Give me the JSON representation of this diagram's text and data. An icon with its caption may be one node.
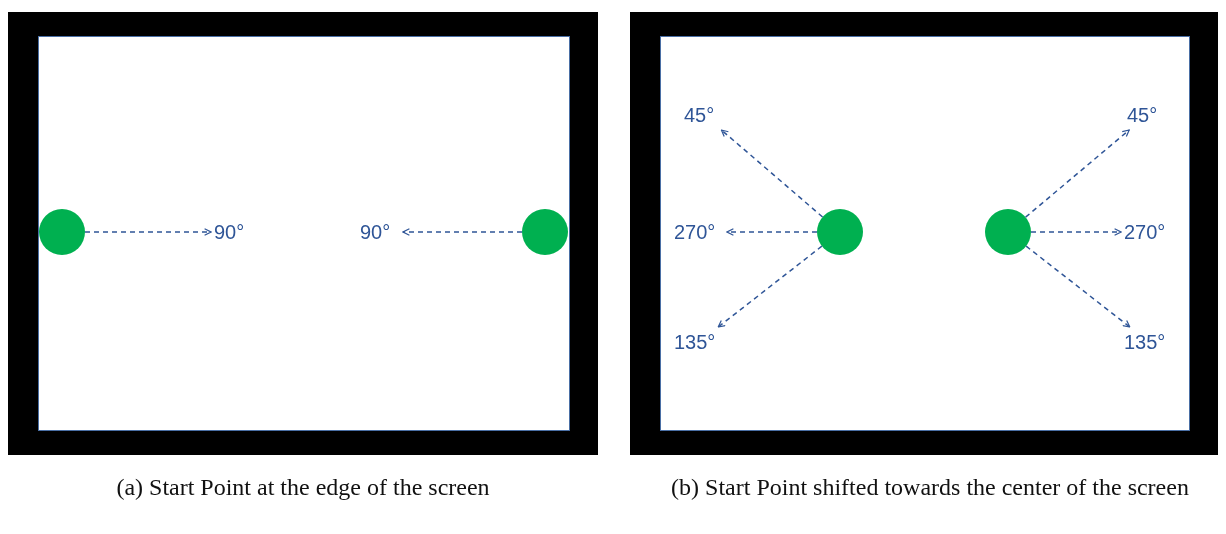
{
  "diagram": {
    "nodes": [
      {
        "text": [],
        "shape": "box"
      },
      {
        "text": [],
        "shape": "circle",
        "in": 0
      },
      {
        "text": [
          "90°"
        ],
        "in": 0
      },
      {
        "text": [
          "90°"
        ],
        "in": 0
      },
      {
        "text": [],
        "shape": "circle",
        "in": 0
      },
      {
        "text": [],
        "shape": "box"
      },
      {
        "text": [
          "45°"
        ],
        "in": 5
      },
      {
        "text": [
          "270°"
        ],
        "in": 5
      },
      {
        "text": [
          "135°"
        ],
        "in": 5
      },
      {
        "text": [],
        "shape": "circle",
        "in": 5
      },
      {
        "text": [],
        "shape": "circle",
        "in": 5
      },
      {
        "text": [
          "45°"
        ],
        "in": 5
      },
      {
        "text": [
          "270°"
        ],
        "in": 5
      },
      {
        "text": [
          "135°"
        ],
        "in": 5
      }
    ],
    "edges": [
      {
        "from": 1,
        "to": 2,
        "arrow": "to",
        "style": "dashed"
      },
      {
        "from": 4,
        "to": 3,
        "arrow": "to",
        "style": "dashed"
      },
      {
        "from": 9,
        "to": 6,
        "arrow": "to",
        "style": "dashed"
      },
      {
        "from": 9,
        "to": 7,
        "arrow": "to",
        "style": "dashed"
      },
      {
        "from": 9,
        "to": 8,
        "arrow": "to",
        "style": "dashed"
      },
      {
        "from": 10,
        "to": 11,
        "arrow": "to",
        "style": "dashed"
      },
      {
        "from": 10,
        "to": 12,
        "arrow": "to",
        "style": "dashed"
      },
      {
        "from": 10,
        "to": 13,
        "arrow": "to",
        "style": "dashed"
      }
    ],
    "labels": [
      "(a) Start Point at the edge of the screen",
      "(b) Start Point shifted towards the center of the screen"
    ]
  }
}
